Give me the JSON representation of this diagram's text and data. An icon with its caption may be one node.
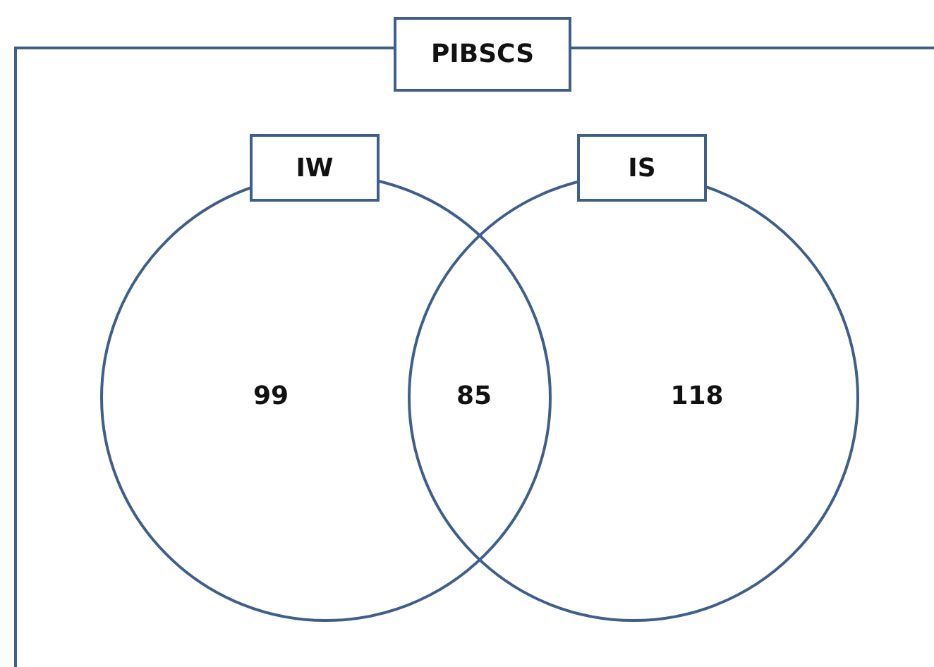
{
  "diagram": {
    "nodes": [
      {
        "text": [
          "PIBSCS"
        ]
      },
      {
        "text": [
          "IW"
        ],
        "in": 0
      },
      {
        "text": [
          "IS"
        ],
        "in": 0
      }
    ],
    "labels": [
      "99",
      "85",
      "118"
    ]
  }
}
